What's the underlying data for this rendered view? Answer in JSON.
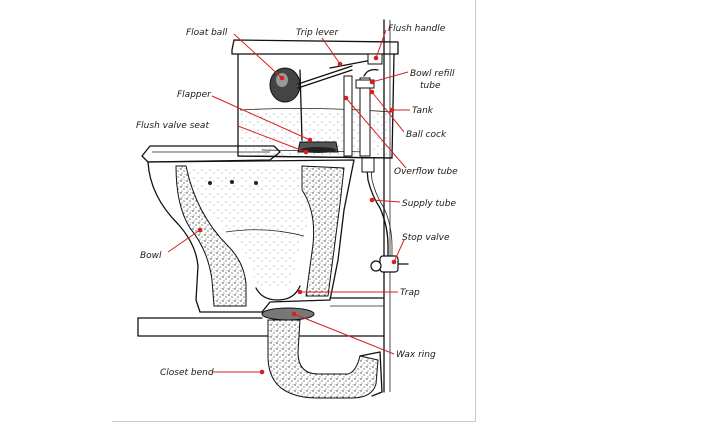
{
  "colors": {
    "leader": "#d81e1e",
    "ink": "#111111",
    "background": "#ffffff"
  },
  "labels": {
    "float_ball": "Float ball",
    "trip_lever": "Trip lever",
    "flush_handle": "Flush handle",
    "bowl_refill_tube_line1": "Bowl refill",
    "bowl_refill_tube_line2": "tube",
    "tank": "Tank",
    "ball_cock": "Ball cock",
    "flapper": "Flapper",
    "flush_valve_seat": "Flush valve seat",
    "overflow_tube": "Overflow tube",
    "supply_tube": "Supply tube",
    "stop_valve": "Stop valve",
    "bowl": "Bowl",
    "trap": "Trap",
    "wax_ring": "Wax ring",
    "closet_bend": "Closet bend"
  }
}
